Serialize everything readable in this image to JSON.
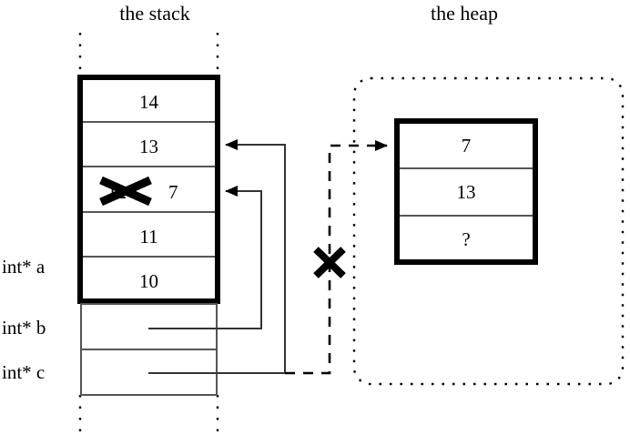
{
  "diagram": {
    "kind": "memory-model-diagram",
    "titles": {
      "stack": "the stack",
      "heap": "the heap"
    },
    "stack": {
      "frame_cells": [
        {
          "value": "14"
        },
        {
          "value": "13"
        },
        {
          "value": "12",
          "struck_out": true,
          "new_value": "7"
        },
        {
          "value": "11"
        },
        {
          "value": "10"
        }
      ],
      "pointer_vars": [
        {
          "label": "int* a"
        },
        {
          "label": "int* b"
        },
        {
          "label": "int* c"
        }
      ]
    },
    "heap": {
      "cells": [
        {
          "value": "7"
        },
        {
          "value": "13"
        },
        {
          "value": "?"
        }
      ]
    },
    "marks": {
      "invalid_pointer_x": "X",
      "overwritten_value_x": "X"
    },
    "colors": {
      "ink": "#000000",
      "paper": "#ffffff",
      "thin_rule": "#555555"
    }
  }
}
